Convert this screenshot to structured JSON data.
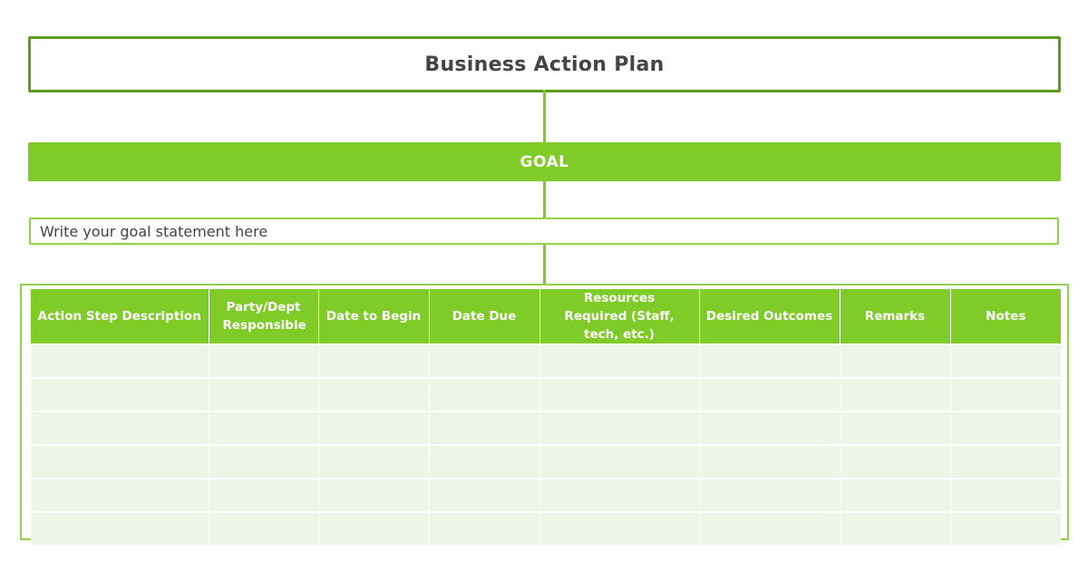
{
  "document": {
    "title": "Business Action Plan",
    "goal_heading": "GOAL",
    "goal_statement": "Write your goal statement here"
  },
  "table": {
    "columns": [
      {
        "label": "Action Step Description",
        "width": 196
      },
      {
        "label": "Party/Dept Responsible",
        "width": 121
      },
      {
        "label": "Date to Begin",
        "width": 122
      },
      {
        "label": "Date Due",
        "width": 122
      },
      {
        "label": "Resources Required (Staff, tech, etc.)",
        "width": 176
      },
      {
        "label": "Desired Outcomes",
        "width": 155
      },
      {
        "label": "Remarks",
        "width": 122
      },
      {
        "label": "Notes",
        "width": 122
      }
    ],
    "row_count": 6,
    "rows": [
      [
        "",
        "",
        "",
        "",
        "",
        "",
        "",
        ""
      ],
      [
        "",
        "",
        "",
        "",
        "",
        "",
        "",
        ""
      ],
      [
        "",
        "",
        "",
        "",
        "",
        "",
        "",
        ""
      ],
      [
        "",
        "",
        "",
        "",
        "",
        "",
        "",
        ""
      ],
      [
        "",
        "",
        "",
        "",
        "",
        "",
        "",
        ""
      ],
      [
        "",
        "",
        "",
        "",
        "",
        "",
        "",
        ""
      ]
    ]
  },
  "colors": {
    "title_border": "#5e9b1c",
    "accent_green": "#7fcc29",
    "cell_fill": "#edf5e7",
    "text_dark": "#444444"
  }
}
